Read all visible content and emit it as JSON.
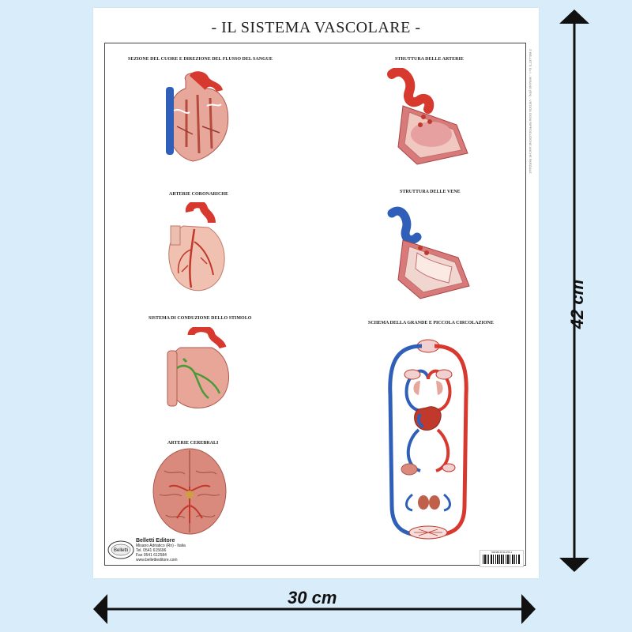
{
  "poster": {
    "title": "- IL SISTEMA VASCOLARE -",
    "sections": {
      "sezione_cuore": "SEZIONE DEL CUORE E DIREZIONE DEL FLUSSO DEL SANGUE",
      "arterie_coronariche": "ARTERIE CORONARICHE",
      "sistema_conduzione": "SISTEMA DI CONDUZIONE DELLO STIMOLO",
      "arterie_cerebrali": "ARTERIE CEREBRALI",
      "struttura_arterie": "STRUTTURA DELLE ARTERIE",
      "struttura_vene": "STRUTTURA DELLE VENE",
      "schema_circolazione": "SCHEMA DELLA GRANDE E PICCOLA CIRCOLAZIONE"
    },
    "side_note": "© BELLETTI S.r.l. - MISANO (RN) - VIETATA OGNI RIPRODUZIONE ANCHE PARZIALE",
    "publisher": {
      "name": "Belletti Editore",
      "line1": "Misano Adriatico (Rn) - Italia",
      "line2": "Tel. 0541 615696",
      "line3": "Fax 0541 612584",
      "line4": "www.bellettieditore.com",
      "logo_text": "Belletti"
    },
    "barcode_text": "ISBN88-8746-456-1"
  },
  "dimensions": {
    "width_label": "30 cm",
    "height_label": "42 cm"
  },
  "colors": {
    "background": "#d9ecfa",
    "artery_red": "#d8392f",
    "vein_blue": "#2f5fb8",
    "tissue_pink": "#e8a79b"
  }
}
